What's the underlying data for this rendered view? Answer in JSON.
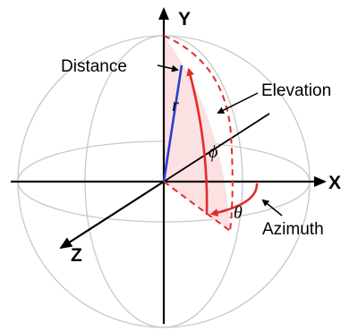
{
  "colors": {
    "sphere": "#c8c8c8",
    "axis": "#000000",
    "accent_red": "#e32b2b",
    "wedge_fill": "#fbe1e1",
    "radius_blue": "#2a3fcf"
  },
  "axes": {
    "x_label": "X",
    "y_label": "Y",
    "z_label": "Z"
  },
  "symbols": {
    "radius": "r",
    "elevation_angle": "ϕ",
    "azimuth_angle": "θ"
  },
  "callouts": {
    "distance": "Distance",
    "elevation": "Elevation",
    "azimuth": "Azimuth"
  }
}
